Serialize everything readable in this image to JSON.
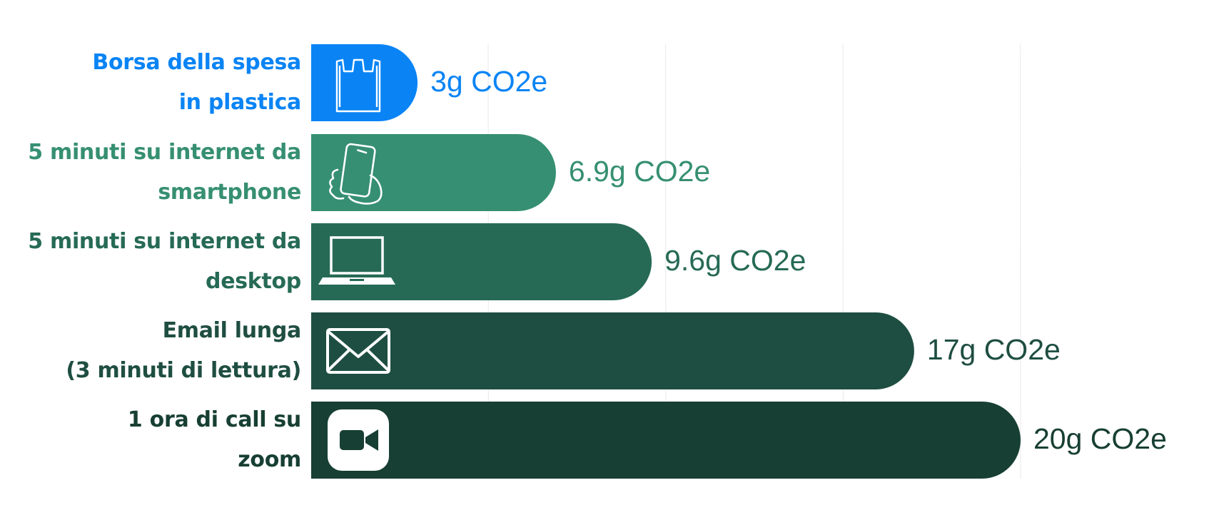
{
  "chart_data": {
    "type": "bar",
    "orientation": "horizontal",
    "xlim": [
      0,
      20
    ],
    "grid": true,
    "unit": "g CO2e",
    "categories": [
      [
        "Borsa della spesa",
        "in plastica"
      ],
      [
        "5 minuti su internet da",
        "smartphone"
      ],
      [
        "5 minuti su internet da",
        "desktop"
      ],
      [
        "Email lunga",
        "(3 minuti di lettura)"
      ],
      [
        "1 ora di call su",
        "zoom"
      ]
    ],
    "values": [
      3,
      6.9,
      9.6,
      17,
      20
    ],
    "value_labels": [
      "3g CO2e",
      "6.9g CO2e",
      "9.6g CO2e",
      "17g CO2e",
      "20g CO2e"
    ],
    "colors": [
      "#0a84f5",
      "#368f72",
      "#266a55",
      "#1e4e41",
      "#173f33"
    ],
    "icons": [
      "plastic-bag-icon",
      "smartphone-hand-icon",
      "laptop-icon",
      "envelope-icon",
      "video-camera-icon"
    ]
  }
}
